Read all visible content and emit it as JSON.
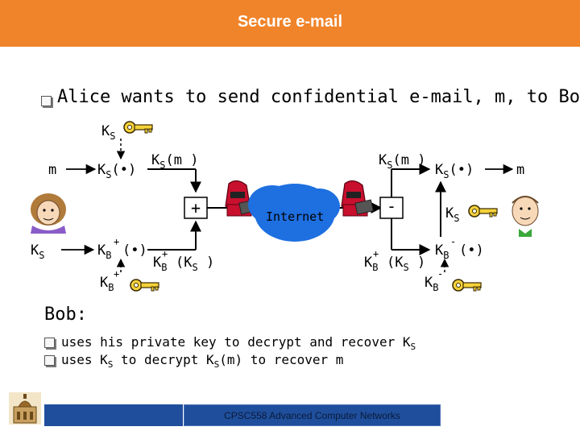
{
  "header": {
    "title": "Secure e-mail",
    "color": "#f0842a"
  },
  "intro": "Alice wants to send confidential e-mail, m, to Bob.",
  "diagram": {
    "alice_side": {
      "key_ks": "K",
      "key_ks_sub": "S",
      "message": "m",
      "encrypt_fn": "K",
      "encrypt_fn_sub": "S",
      "encrypt_fn_arg": "(•)",
      "ks_input": "K",
      "ks_input_sub": "S",
      "bob_pub_fn": "K",
      "bob_pub_fn_sub": "B",
      "bob_pub_fn_sup": "+",
      "bob_pub_fn_arg": "(•)",
      "bob_pub_key": "K",
      "bob_pub_key_sub": "B",
      "bob_pub_key_sup": "+"
    },
    "channel": {
      "ks_m_left": "K",
      "ks_m_left_sub": "S",
      "ks_m_left_arg": "(m )",
      "kb_ks_left": "K",
      "kb_ks_left_sub": "B",
      "kb_ks_left_sup": "+",
      "kb_ks_left_arg": "(K",
      "kb_ks_left_inner_sub": "S",
      "kb_ks_left_close": " )",
      "plus_symbol": "+",
      "internet_label": "Internet",
      "minus_symbol": "-",
      "ks_m_right": "K",
      "ks_m_right_sub": "S",
      "ks_m_right_arg": "(m )",
      "kb_ks_right": "K",
      "kb_ks_right_sub": "B",
      "kb_ks_right_sup": "+",
      "kb_ks_right_arg": "(K",
      "kb_ks_right_inner_sub": "S",
      "kb_ks_right_close": " )"
    },
    "bob_side": {
      "decrypt_fn": "K",
      "decrypt_fn_sub": "S",
      "decrypt_fn_arg": "(•)",
      "message": "m",
      "ks_out": "K",
      "ks_out_sub": "S",
      "priv_fn": "K",
      "priv_fn_sub": "B",
      "priv_fn_sup": "-",
      "priv_fn_arg": "(•)",
      "priv_key": "K",
      "priv_key_sub": "B",
      "priv_key_sup": "-"
    }
  },
  "bob": {
    "heading": "Bob:",
    "steps": [
      {
        "a": "uses his private key to decrypt and recover K",
        "a_sub": "S"
      },
      {
        "a": "uses K",
        "a_sub": "S",
        "b": " to decrypt K",
        "b_sub": "S",
        "c": "(m) to recover m"
      }
    ]
  },
  "footer": {
    "course": "CPSC558 Advanced Computer Networks",
    "bar_color": "#1f4f9c"
  },
  "icons": [
    "bullet-icon",
    "key-icon",
    "alice-icon",
    "bob-icon",
    "intruder-icon",
    "cloud-icon",
    "building-logo-icon"
  ]
}
